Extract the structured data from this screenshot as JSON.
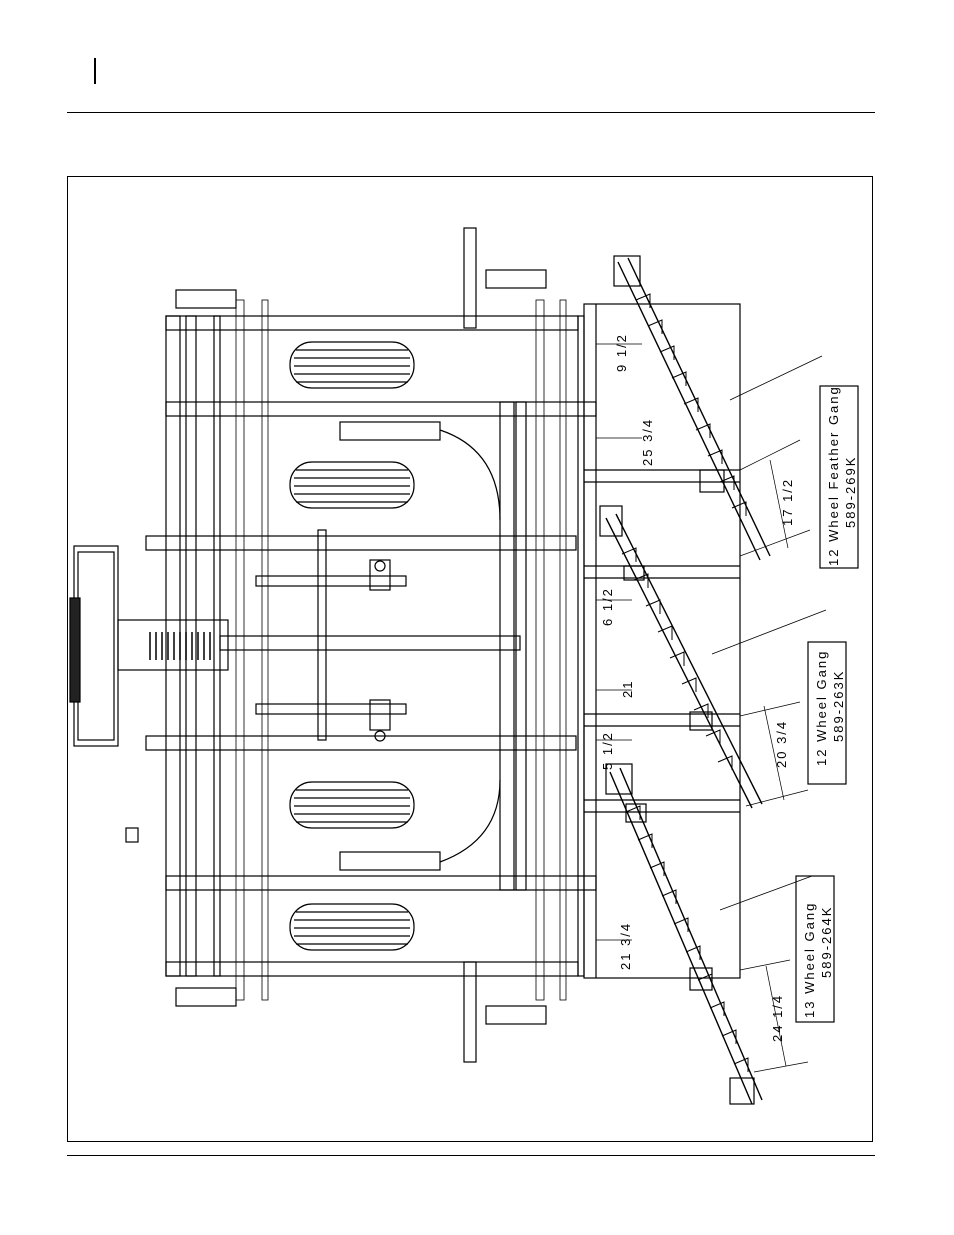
{
  "diagram": {
    "gang_callouts": [
      {
        "line1": "12 Wheel Feather Gang",
        "line2": "589-269K"
      },
      {
        "line1": "12 Wheel Gang",
        "line2": "589-263K"
      },
      {
        "line1": "13 Wheel Gang",
        "line2": "589-264K"
      }
    ],
    "spacing_dims": [
      "9 1/2",
      "25 3/4",
      "6 1/2",
      "21",
      "5 1/2",
      "21 3/4"
    ],
    "offset_dims": [
      "17 1/2",
      "20 3/4",
      "24 1/4"
    ]
  }
}
